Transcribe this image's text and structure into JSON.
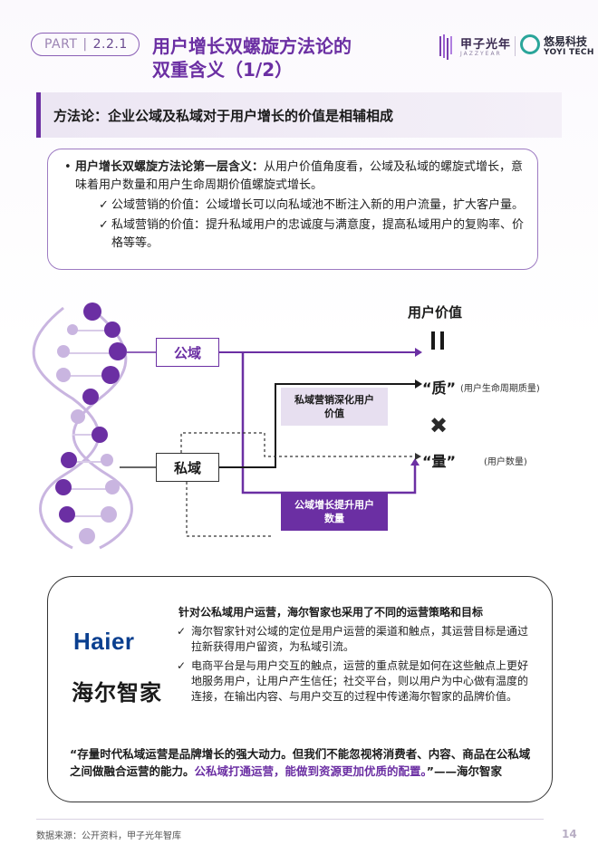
{
  "header": {
    "part_label": "PART",
    "section": "2.2.1",
    "title_line1": "用户增长双螺旋方法论的",
    "title_line2": "双重含义（1/2）",
    "logo1_text": "甲子光年",
    "logo1_sub": "JAZZYEAR",
    "logo2_text": "悠易科技",
    "logo2_sub": "YOYI TECH"
  },
  "method": {
    "text": "方法论：企业公域及私域对于用户增长的价值是相辅相成"
  },
  "point": {
    "bold": "用户增长双螺旋方法论第一层含义：",
    "main": "从用户价值角度看，公域及私域的螺旋式增长，意味着用户数量和用户生命周期价值螺旋式增长。",
    "sub1": "公域营销的价值：公域增长可以向私域池不断注入新的用户流量，扩大客户量。",
    "sub2": "私域营销的价值：提升私域用户的忠诚度与满意度，提高私域用户的复购率、价格等等。",
    "check": "✓"
  },
  "diagram": {
    "user_value": "用户价值",
    "quality": "“质”",
    "quality_note": "(用户生命周期质量)",
    "times": "✖",
    "quantity": "“量”",
    "quantity_note": "(用户数量)",
    "public_node": "公域",
    "private_node": "私域",
    "private_deepen_line1": "私域营销深化用户",
    "private_deepen_line2": "价值",
    "public_grow_line1": "公域增长提升用户",
    "public_grow_line2": "数量",
    "colors": {
      "purple": "#6b2fa3",
      "light_purple": "#e7dff0",
      "dna_dark": "#6b2fa3",
      "dna_light": "#c9b5e0"
    }
  },
  "haier": {
    "logo": "Haier",
    "cn_name": "海尔智家",
    "heading": "针对公私域用户运营，海尔智家也采用了不同的运营策略和目标",
    "item1": "海尔智家针对公域的定位是用户运营的渠道和触点，其运营目标是通过拉新获得用户留资，为私域引流。",
    "item2": "电商平台是与用户交互的触点，运营的重点就是如何在这些触点上更好地服务用户，让用户产生信任；社交平台，则以用户为中心做有温度的连接，在输出内容、与用户交互的过程中传递海尔智家的品牌价值。",
    "check": "✓",
    "quote_part1": "“存量时代私域运营是品牌增长的强大动力。但我们不能忽视将消费者、内容、商品在公私域之间做融合运营的能力。",
    "quote_highlight": "公私域打通运营，能做到资源更加优质的配置。",
    "quote_part2": "”——海尔智家"
  },
  "footer": {
    "source": "数据来源：公开资料，甲子光年智库",
    "page": "14"
  }
}
